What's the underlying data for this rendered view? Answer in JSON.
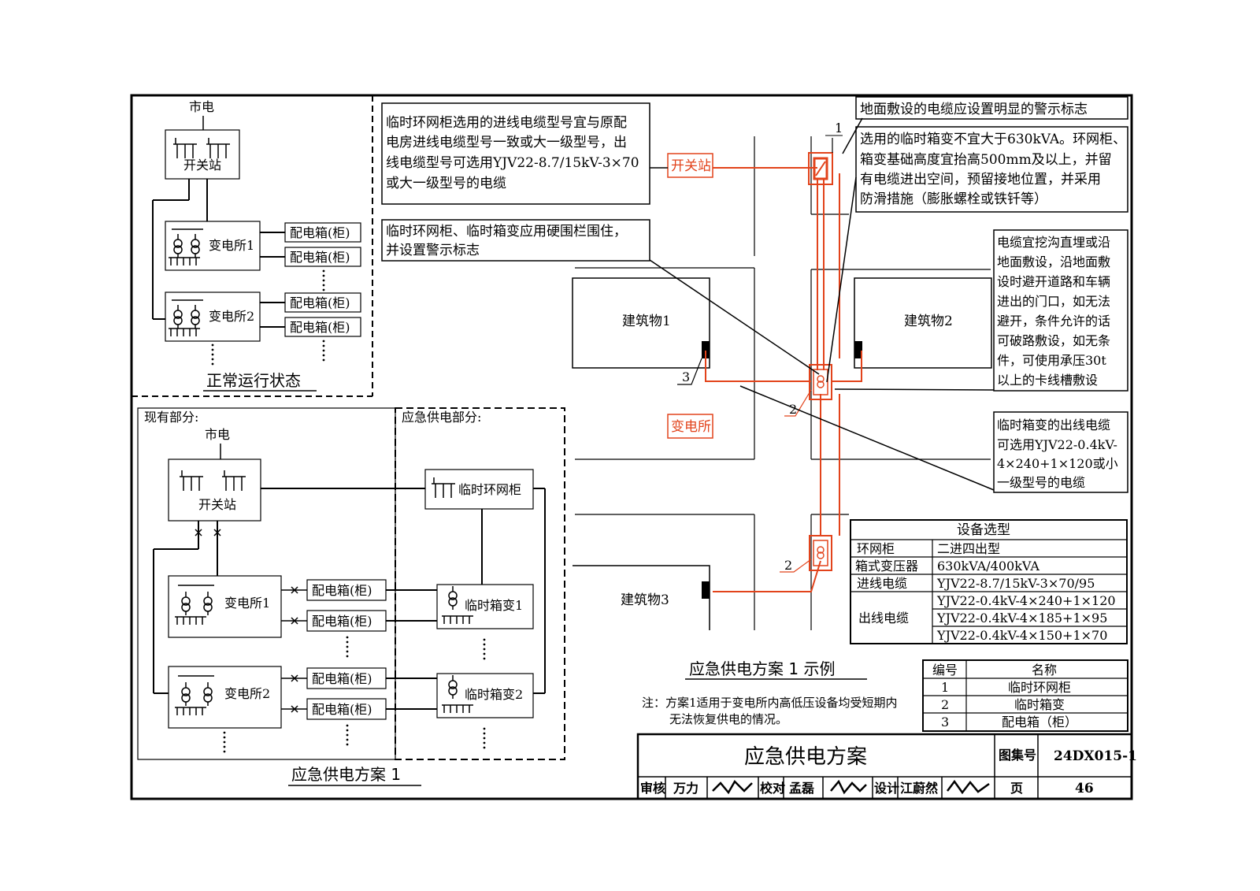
{
  "left_top": {
    "city_power": "市电",
    "switch_station": "开关站",
    "substation1": "变电所1",
    "substation2": "变电所2",
    "dist_box": "配电箱(柜)",
    "caption": "正常运行状态"
  },
  "left_bottom": {
    "existing_label": "现有部分:",
    "emergency_label": "应急供电部分:",
    "city_power": "市电",
    "switch_station": "开关站",
    "substation1": "变电所1",
    "substation2": "变电所2",
    "dist_box": "配电箱(柜)",
    "ring_main": "临时环网柜",
    "box_trans1": "临时箱变1",
    "box_trans2": "临时箱变2",
    "caption": "应急供电方案 1"
  },
  "notes": {
    "n1": [
      "临时环网柜选用的进线电缆型号宜与原配",
      "电房进线电缆型号一致或大一级型号，出",
      "线电缆型号可选用YJV22-8.7/15kV-3×70",
      "或大一级型号的电缆"
    ],
    "n2": [
      "临时环网柜、临时箱变应用硬围栏围住，",
      "并设置警示标志"
    ],
    "n3": "地面敷设的电缆应设置明显的警示标志",
    "n4": [
      "选用的临时箱变不宜大于630kVA。环网柜、",
      "箱变基础高度宜抬高500mm及以上，并留",
      "有电缆进出空间，预留接地位置，并采用",
      "防滑措施（膨胀螺栓或铁钎等）"
    ],
    "n5": [
      "电缆宜挖沟直埋或沿",
      "地面敷设，沿地面敷",
      "设时避开道路和车辆",
      "进出的门口，如无法",
      "避开，条件允许的话",
      "可破路敷设，如无条",
      "件，可使用承压30t",
      "以上的卡线槽敷设"
    ],
    "n6": [
      "临时箱变的出线电缆",
      "可选用YJV22-0.4kV-",
      "4×240+1×120或小",
      "一级型号的电缆"
    ]
  },
  "site": {
    "switch_station": "开关站",
    "substation": "变电所",
    "building1": "建筑物1",
    "building2": "建筑物2",
    "building3": "建筑物3",
    "num1": "1",
    "num2": "2",
    "num2b": "2",
    "num3": "3",
    "caption": "应急供电方案 1 示例"
  },
  "equip_table": {
    "title": "设备选型",
    "rows": [
      {
        "label": "环网柜",
        "value": "二进四出型"
      },
      {
        "label": "箱式变压器",
        "value": "630kVA/400kVA"
      },
      {
        "label": "进线电缆",
        "value": "YJV22-8.7/15kV-3×70/95"
      }
    ],
    "out_label": "出线电缆",
    "out_values": [
      "YJV22-0.4kV-4×240+1×120",
      "YJV22-0.4kV-4×185+1×95",
      "YJV22-0.4kV-4×150+1×70"
    ]
  },
  "legend_table": {
    "col_num": "编号",
    "col_name": "名称",
    "rows": [
      {
        "num": "1",
        "name": "临时环网柜"
      },
      {
        "num": "2",
        "name": "临时箱变"
      },
      {
        "num": "3",
        "name": "配电箱（柜）"
      }
    ]
  },
  "footnote": [
    "注：方案1适用于变电所内高低压设备均受短期内",
    "无法恢复供电的情况。"
  ],
  "title_block": {
    "title": "应急供电方案",
    "atlas_label": "图集号",
    "atlas_no": "24DX015-1",
    "review_label": "审核",
    "reviewer": "万力",
    "check_label": "校对",
    "checker": "孟磊",
    "design_label": "设计",
    "designer": "江蔚然",
    "page_label": "页",
    "page_no": "46"
  },
  "colors": {
    "line": "#000000",
    "accent": "#e2431b"
  }
}
